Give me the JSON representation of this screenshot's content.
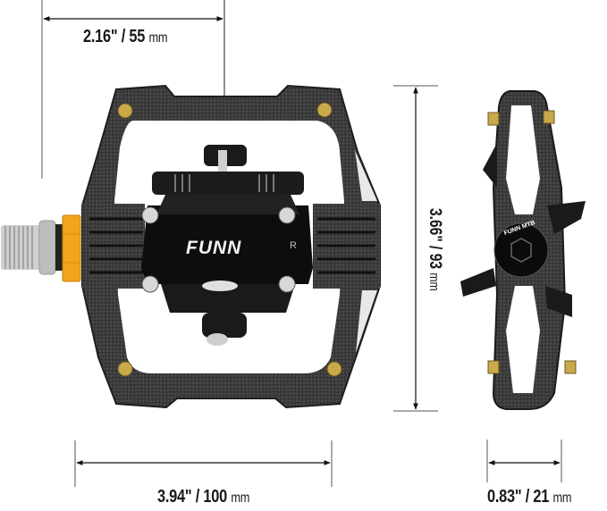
{
  "product": {
    "brand_text": "FUNN",
    "side_label": "R",
    "axle_cap_text": "FUNN MTB",
    "accent_color": "#f2a51d",
    "body_color": "#3a3a3a",
    "pin_color": "#c9a94a"
  },
  "dimensions": {
    "cage_span": {
      "imperial": "2.16\"",
      "separator": " / ",
      "metric": "55",
      "unit": "mm"
    },
    "length": {
      "imperial": "3.66\"",
      "separator": " / ",
      "metric": "93",
      "unit": "mm"
    },
    "width": {
      "imperial": "3.94\"",
      "separator": " / ",
      "metric": "100",
      "unit": "mm"
    },
    "thickness": {
      "imperial": "0.83\"",
      "separator": " / ",
      "metric": "21",
      "unit": "mm"
    }
  }
}
